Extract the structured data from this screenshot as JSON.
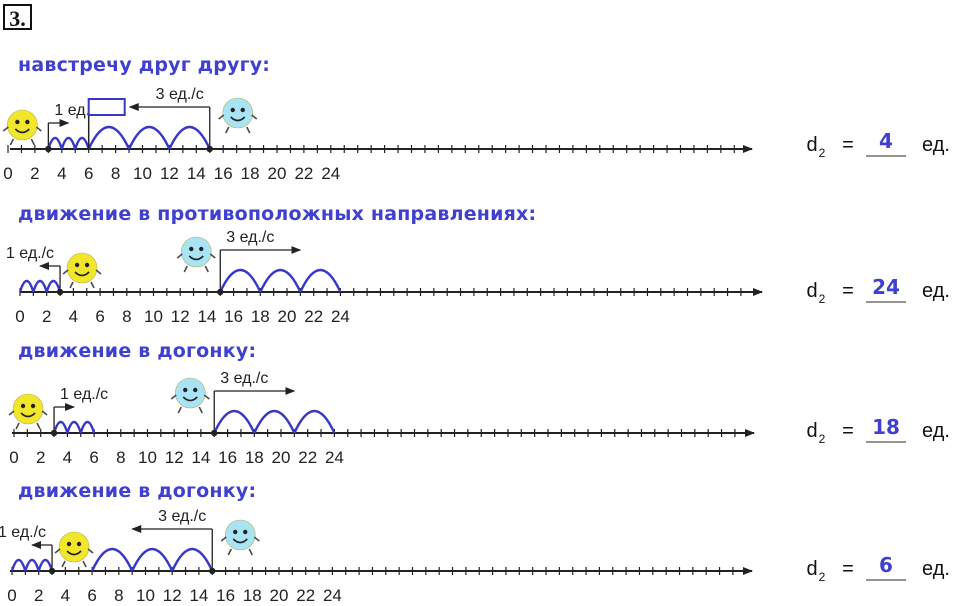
{
  "exercise_number": "3.",
  "colors": {
    "arc": "#3737c8",
    "heading": "#3f3fd0",
    "axis": "#222222",
    "yellow_face": "#f2e62a",
    "blue_face": "#a8e4f4"
  },
  "icons": [
    "yellow-smiley-icon",
    "blue-smiley-icon",
    "flag-icon",
    "arrow-icon"
  ],
  "tick_labels": [
    "0",
    "2",
    "4",
    "6",
    "8",
    "10",
    "12",
    "14",
    "16",
    "18",
    "20",
    "22",
    "24"
  ],
  "answer_label": "d",
  "answer_subscript": "2",
  "answer_eq": "=",
  "answer_unit": "ед.",
  "sections": [
    {
      "heading": "навстречу друг другу:",
      "left": {
        "speed": "1 ед./с",
        "start": 3,
        "jumps": 3,
        "step": 1,
        "direction": "right"
      },
      "right": {
        "speed": "3 ед./с",
        "start": 15,
        "jumps": 3,
        "step": 3,
        "direction": "left"
      },
      "flag_at": 6,
      "answer": "4"
    },
    {
      "heading": "движение в противоположных направлениях:",
      "left": {
        "speed": "1 ед./с",
        "start": 3,
        "jumps": 3,
        "step": 1,
        "direction": "left"
      },
      "right": {
        "speed": "3 ед./с",
        "start": 15,
        "jumps": 3,
        "step": 3,
        "direction": "right"
      },
      "answer": "24"
    },
    {
      "heading": "движение в догонку:",
      "left": {
        "speed": "1 ед./с",
        "start": 3,
        "jumps": 3,
        "step": 1,
        "direction": "right"
      },
      "right": {
        "speed": "3 ед./с",
        "start": 15,
        "jumps": 3,
        "step": 3,
        "direction": "right"
      },
      "answer": "18"
    },
    {
      "heading": "движение в догонку:",
      "left": {
        "speed": "1 ед./с",
        "start": 3,
        "jumps": 3,
        "step": 1,
        "direction": "left"
      },
      "right": {
        "speed": "3 ед./с",
        "start": 15,
        "jumps": 3,
        "step": 3,
        "direction": "left"
      },
      "answer": "6"
    }
  ]
}
